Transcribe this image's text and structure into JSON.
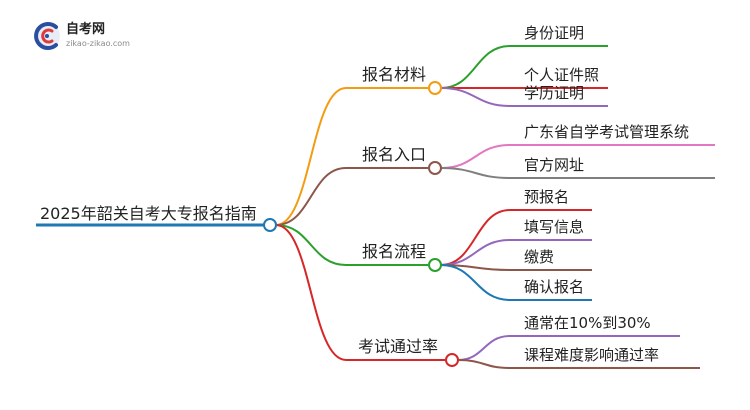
{
  "logo": {
    "title": "自考网",
    "url": "zikao-zikao.com"
  },
  "mindmap": {
    "root": "2025年韶关自考大专报名指南",
    "branches": [
      {
        "label": "报名材料",
        "color": "#f39c12",
        "children": [
          {
            "label": "身份证明",
            "color": "#2ca02c"
          },
          {
            "label": "个人证件照",
            "color": "#d62728"
          },
          {
            "label": "学历证明",
            "color": "#9467bd"
          }
        ]
      },
      {
        "label": "报名入口",
        "color": "#8c564b",
        "children": [
          {
            "label": "广东省自学考试管理系统",
            "color": "#e377c2"
          },
          {
            "label": "官方网址",
            "color": "#7f7f7f"
          }
        ]
      },
      {
        "label": "报名流程",
        "color": "#2ca02c",
        "children": [
          {
            "label": "预报名",
            "color": "#d62728"
          },
          {
            "label": "填写信息",
            "color": "#9467bd"
          },
          {
            "label": "缴费",
            "color": "#8c564b"
          },
          {
            "label": "确认报名",
            "color": "#1f77b4"
          }
        ]
      },
      {
        "label": "考试通过率",
        "color": "#d62728",
        "children": [
          {
            "label": "通常在10%到30%",
            "color": "#9467bd"
          },
          {
            "label": "课程难度影响通过率",
            "color": "#8c564b"
          }
        ]
      }
    ],
    "root_color": "#1f77b4"
  }
}
